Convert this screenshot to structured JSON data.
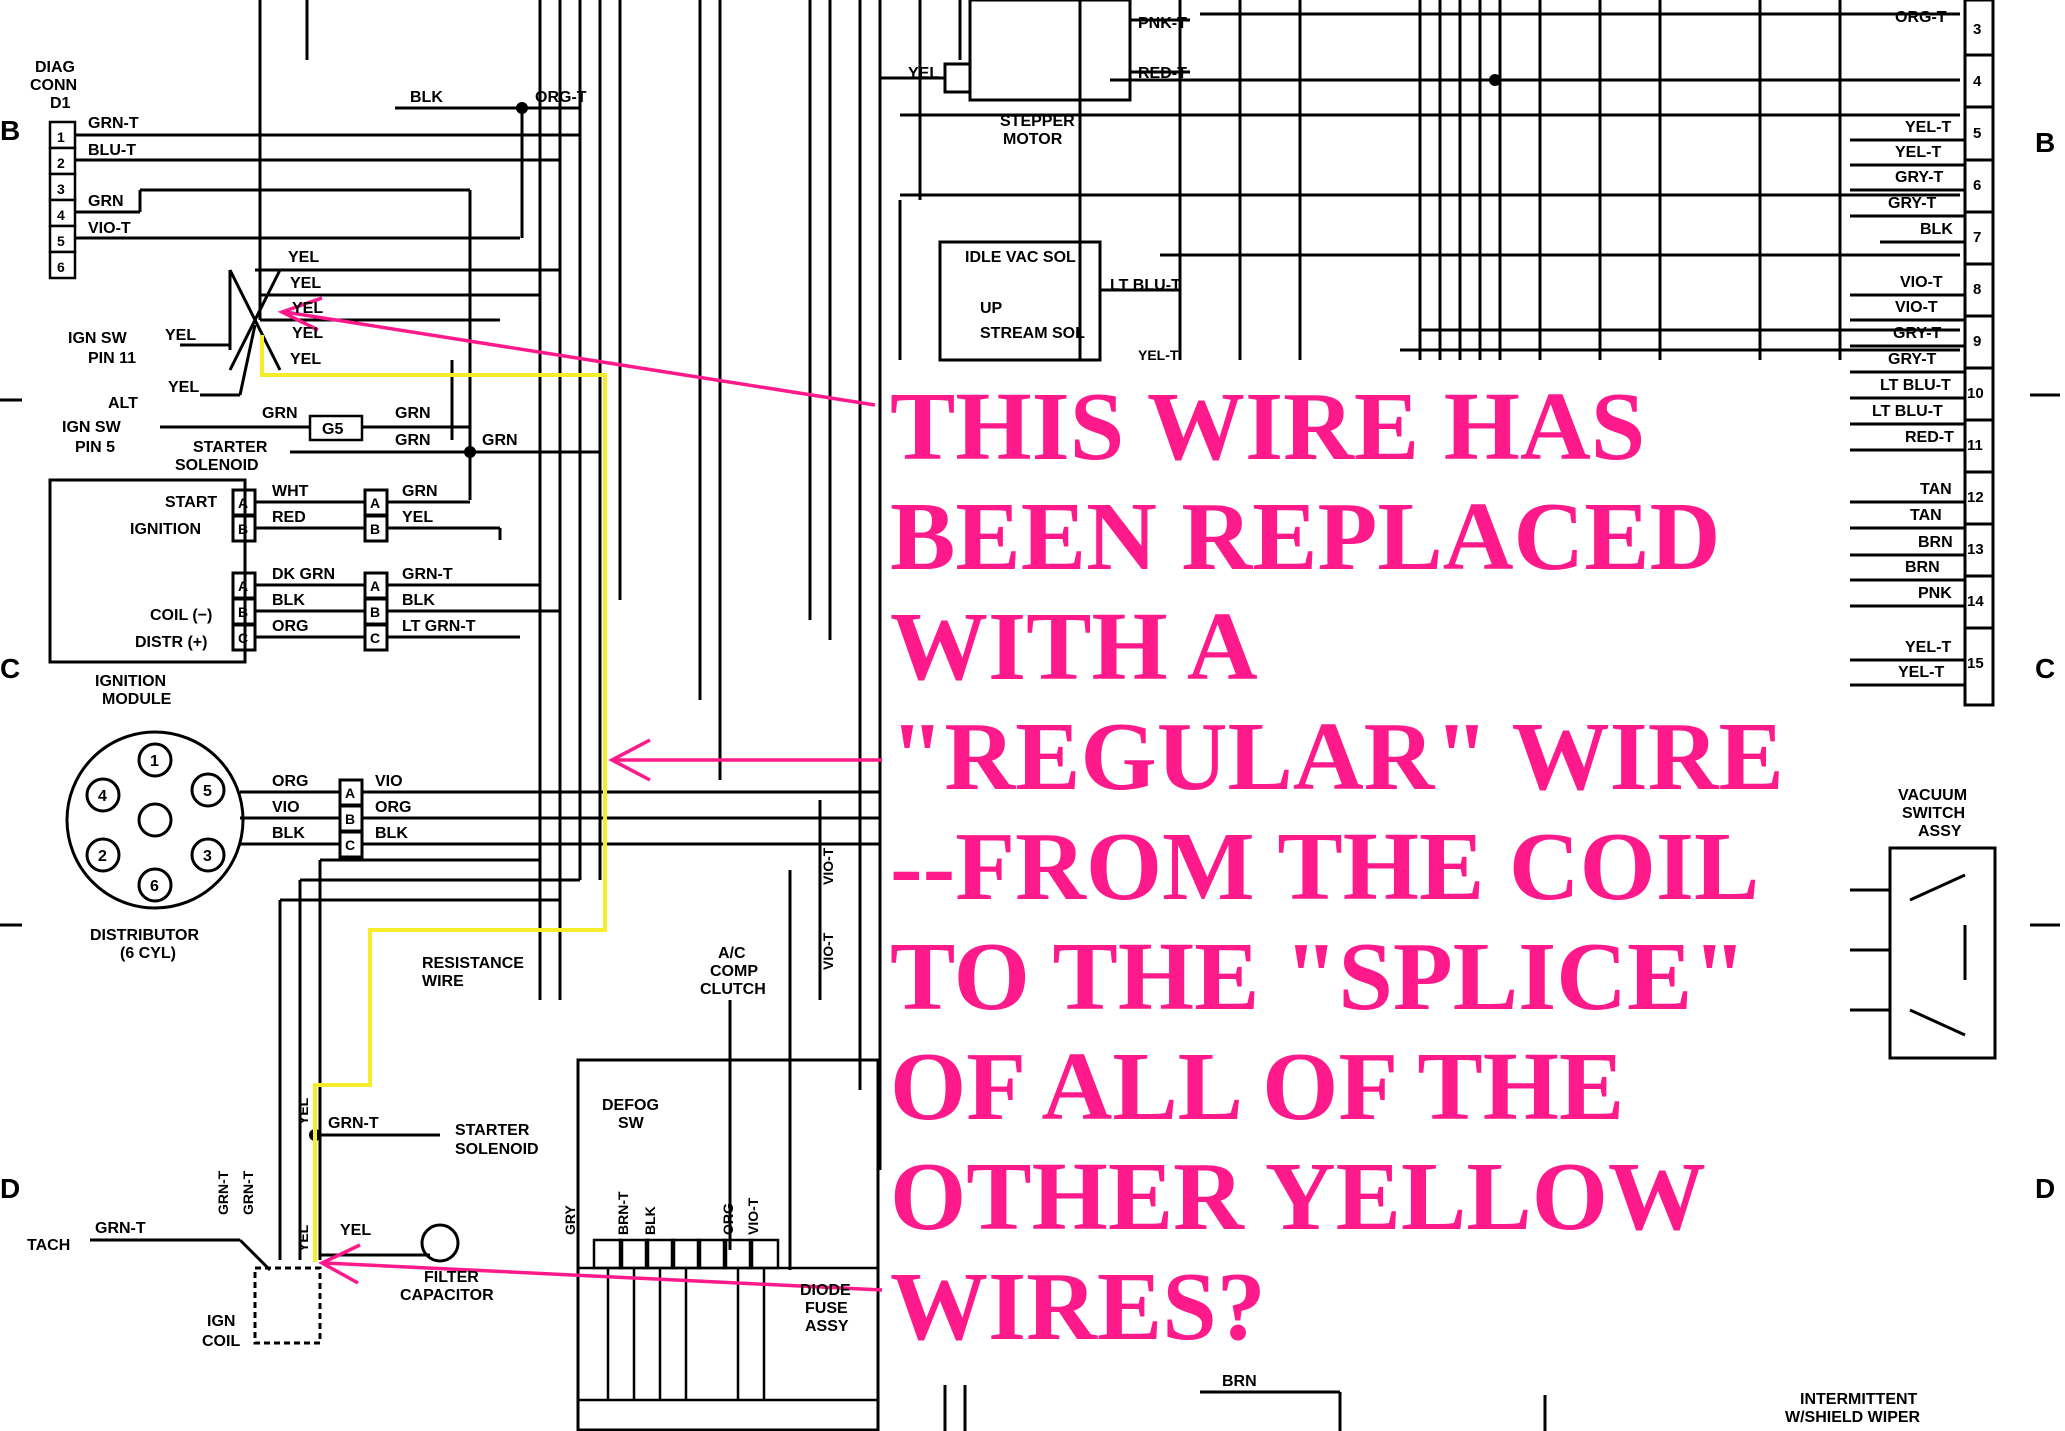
{
  "grid_labels": {
    "left": [
      "B",
      "C",
      "D"
    ],
    "right": [
      "B",
      "C",
      "D"
    ]
  },
  "annotation": {
    "lines": [
      "THIS WIRE HAS",
      "BEEN REPLACED",
      "WITH A",
      "\"REGULAR\" WIRE",
      "--FROM THE COIL",
      "TO THE \"SPLICE\"",
      "OF ALL OF THE",
      "OTHER YELLOW",
      "WIRES?"
    ],
    "color": "#ff1a8c"
  },
  "highlight_color": "#f5ec2a",
  "components": {
    "diag_conn": {
      "title1": "DIAG",
      "title2": "CONN",
      "title3": "D1",
      "pins": [
        "1",
        "2",
        "3",
        "4",
        "5",
        "6"
      ],
      "wires": [
        "GRN-T",
        "BLU-T",
        "GRN",
        "VIO-T"
      ]
    },
    "splice_wires": [
      "YEL",
      "YEL",
      "YEL",
      "YEL",
      "YEL"
    ],
    "ign_sw_pin11": {
      "line1": "IGN SW",
      "line2": "PIN 11",
      "wire": "YEL"
    },
    "alt": {
      "label": "ALT",
      "wire": "YEL"
    },
    "ign_sw_pin5": {
      "line1": "IGN SW",
      "line2": "PIN 5"
    },
    "starter_solenoid_top": {
      "line1": "STARTER",
      "line2": "SOLENOID"
    },
    "g5": "G5",
    "grn_labels": [
      "GRN",
      "GRN",
      "GRN",
      "GRN"
    ],
    "ground_wires": {
      "blk": "BLK",
      "org_t": "ORG-T"
    },
    "ignition_module": {
      "title1": "IGNITION",
      "title2": "MODULE",
      "start": "START",
      "ignition": "IGNITION",
      "coil": "COIL (−)",
      "distr": "DISTR (+)",
      "pins": [
        "A",
        "B",
        "A",
        "B",
        "C"
      ],
      "wires_left": [
        "WHT",
        "RED",
        "DK GRN",
        "BLK",
        "ORG"
      ],
      "wires_right": [
        "GRN",
        "YEL",
        "GRN-T",
        "BLK",
        "LT GRN-T"
      ]
    },
    "distributor": {
      "title": "DISTRIBUTOR",
      "subtitle": "(6 CYL)",
      "cylinders": [
        "1",
        "5",
        "3",
        "6",
        "2",
        "4"
      ],
      "pins": [
        "A",
        "B",
        "C"
      ],
      "wires_left": [
        "ORG",
        "VIO",
        "BLK"
      ],
      "wires_right": [
        "VIO",
        "ORG",
        "BLK"
      ]
    },
    "resistance_wire": {
      "line1": "RESISTANCE",
      "line2": "WIRE"
    },
    "starter_solenoid_bottom": {
      "wire": "GRN-T",
      "line1": "STARTER",
      "line2": "SOLENOID"
    },
    "yel_vertical": "YEL",
    "tach": {
      "label": "TACH",
      "wire": "GRN-T"
    },
    "coil_wires": [
      "GRN-T",
      "GRN-T",
      "YEL"
    ],
    "ign_coil": {
      "line1": "IGN",
      "line2": "COIL",
      "yel": "YEL"
    },
    "filter_capacitor": {
      "line1": "FILTER",
      "line2": "CAPACITOR"
    },
    "ac_comp": {
      "line1": "A/C",
      "line2": "COMP",
      "line3": "CLUTCH"
    },
    "vio_t": [
      "VIO-T",
      "VIO-T"
    ],
    "defog": {
      "line1": "DEFOG",
      "line2": "SW"
    },
    "diode_fuse": {
      "line1": "DIODE",
      "line2": "FUSE",
      "line3": "ASSY",
      "wires": [
        "GRY",
        "BRN-T",
        "BLK",
        "ORG",
        "VIO-T"
      ]
    },
    "stepper_motor": {
      "line1": "STEPPER",
      "line2": "MOTOR",
      "yel": "YEL",
      "pnk": "PNK-T",
      "red": "RED-T"
    },
    "idle_vac": {
      "line1": "IDLE VAC SOL",
      "up1": "UP",
      "up2": "STREAM SOL",
      "wire": "LT BLU-T",
      "yel": "YEL-T"
    },
    "connector_right": {
      "pins": [
        "3",
        "4",
        "5",
        "6",
        "7",
        "8",
        "9",
        "10",
        "11",
        "12",
        "13",
        "14",
        "15"
      ],
      "wires": [
        "ORG-T",
        "YEL-T",
        "YEL-T",
        "GRY-T",
        "GRY-T",
        "BLK",
        "VIO-T",
        "VIO-T",
        "GRY-T",
        "GRY-T",
        "LT BLU-T",
        "LT BLU-T",
        "RED-T",
        "TAN",
        "TAN",
        "BRN",
        "BRN",
        "PNK",
        "YEL-T",
        "YEL-T"
      ]
    },
    "vacuum_switch": {
      "line1": "VACUUM",
      "line2": "SWITCH",
      "line3": "ASSY"
    },
    "bottom": {
      "brn": "BRN",
      "intermittent1": "INTERMITTENT",
      "intermittent2": "W/SHIELD WIPER"
    }
  }
}
